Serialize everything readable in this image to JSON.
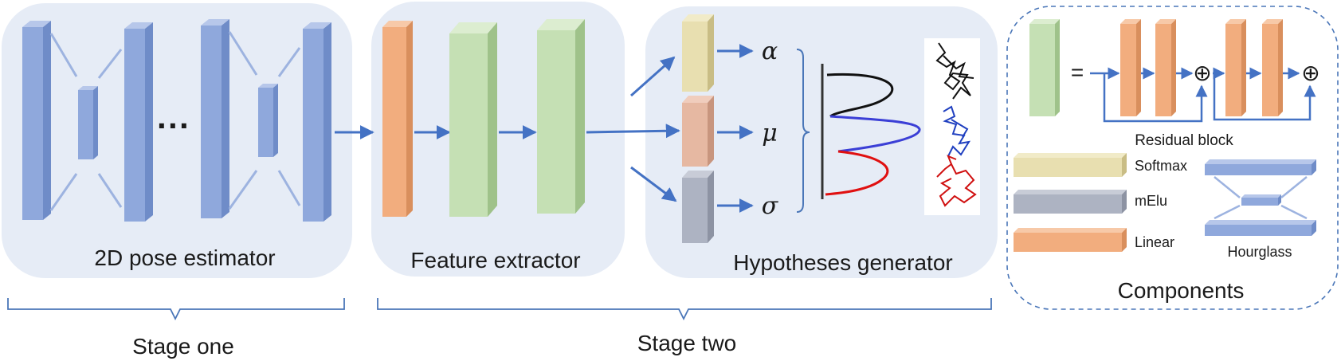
{
  "panels": {
    "pose_estimator": {
      "label": "2D pose estimator",
      "ellipsis": "···"
    },
    "feature_extractor": {
      "label": "Feature extractor"
    },
    "hypotheses_generator": {
      "label": "Hypotheses generator",
      "params": [
        "α",
        "μ",
        "σ"
      ]
    },
    "components": {
      "title": "Components",
      "equals": "=",
      "sum_symbol": "⊕",
      "residual_block_label": "Residual block",
      "legend": [
        "Softmax",
        "mElu",
        "Linear",
        "Hourglass"
      ]
    }
  },
  "stages": {
    "one": "Stage one",
    "two": "Stage two"
  },
  "colors": {
    "panel_bg": "#e6ecf6",
    "hourglass_blue": "#8fa8dc",
    "linear_orange": "#f2ad7e",
    "extractor_green": "#c5e0b4",
    "softmax_yellow": "#e8dfb0",
    "mu_peach": "#e6b8a2",
    "melu_gray": "#adb3c2",
    "arrow_blue": "#4472c4",
    "brace_blue": "#4a76b8",
    "curve_black": "#111111",
    "curve_blue": "#3b3fd6",
    "curve_red": "#e01010"
  }
}
